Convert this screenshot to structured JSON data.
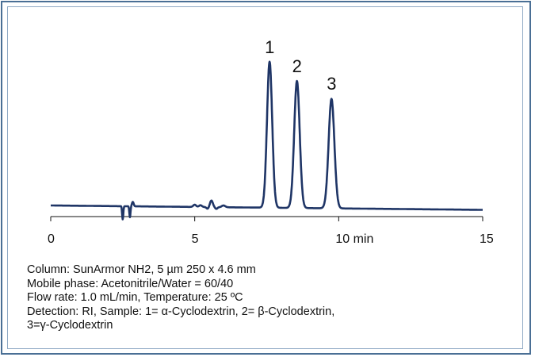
{
  "chart_data": {
    "type": "line",
    "xlim": [
      0,
      15
    ],
    "x_ticks": [
      {
        "value": 0,
        "label": "0"
      },
      {
        "value": 5,
        "label": "5"
      },
      {
        "value": 10,
        "label": "10 min"
      },
      {
        "value": 15,
        "label": "15"
      }
    ],
    "grid": false,
    "y_axis_visible": false,
    "line_color": "#1f3566",
    "baseline": 0.0,
    "baseline_end": -0.03,
    "peaks": [
      {
        "label": "1",
        "time": 7.6,
        "height": 1.0,
        "width": 0.09
      },
      {
        "label": "2",
        "time": 8.55,
        "height": 0.87,
        "width": 0.095
      },
      {
        "label": "3",
        "time": 9.75,
        "height": 0.75,
        "width": 0.1
      }
    ],
    "minor_features": [
      {
        "time": 2.5,
        "height": -0.09,
        "width": 0.02
      },
      {
        "time": 2.75,
        "height": -0.075,
        "width": 0.02
      },
      {
        "time": 2.85,
        "height": 0.03,
        "width": 0.03
      },
      {
        "time": 5.0,
        "height": 0.015,
        "width": 0.05
      },
      {
        "time": 5.2,
        "height": 0.012,
        "width": 0.05
      },
      {
        "time": 5.45,
        "height": -0.012,
        "width": 0.04
      },
      {
        "time": 5.58,
        "height": 0.045,
        "width": 0.05
      },
      {
        "time": 5.75,
        "height": -0.012,
        "width": 0.04
      },
      {
        "time": 6.0,
        "height": 0.012,
        "width": 0.06
      }
    ]
  },
  "conditions": [
    "Column: SunArmor NH2, 5 µm 250 x 4.6 mm",
    "Mobile phase: Acetonitrile/Water = 60/40",
    "Flow rate: 1.0 mL/min, Temperature: 25 ºC",
    "Detection: RI, Sample: 1= α-Cyclodextrin, 2= β-Cyclodextrin,",
    "3=γ-Cyclodextrin"
  ]
}
